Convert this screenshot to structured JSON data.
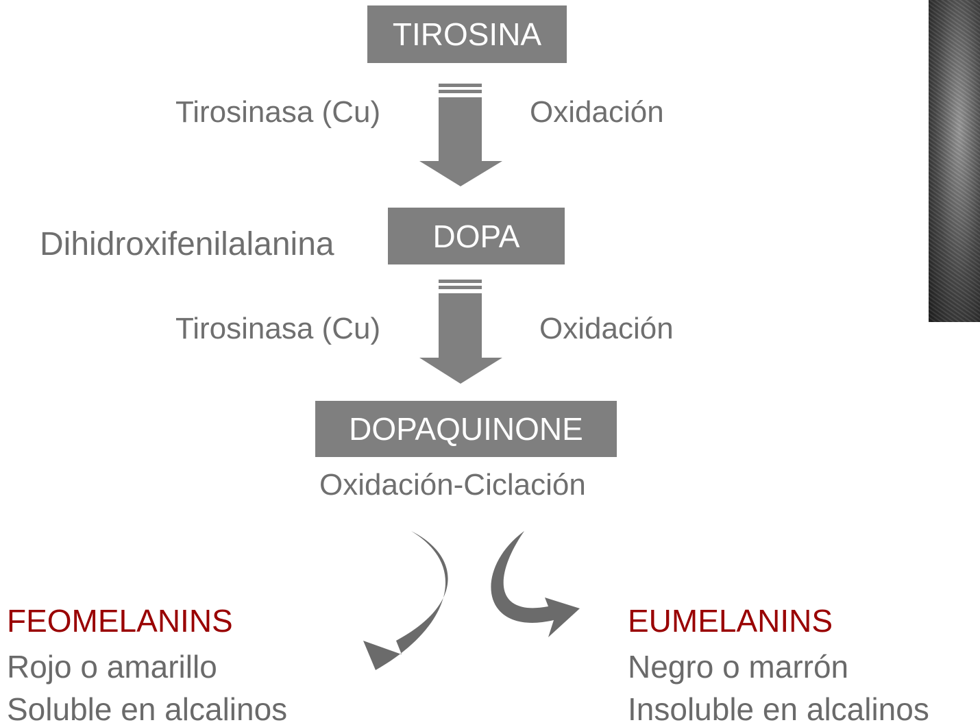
{
  "colors": {
    "box": "#7f7f7f",
    "box_text": "#ffffff",
    "label": "#6f6f6f",
    "accent_red": "#990000",
    "arrow": "#808080"
  },
  "nodes": {
    "tirosina": "TIROSINA",
    "dopa": "DOPA",
    "dopaquinone": "DOPAQUINONE"
  },
  "step1": {
    "enzyme": "Tirosinasa (Cu)",
    "process": "Oxidación"
  },
  "dopa_fullname": "Dihidroxifenilalanina",
  "step2": {
    "enzyme": "Tirosinasa (Cu)",
    "process": "Oxidación"
  },
  "step3": {
    "process": "Oxidación-Ciclación"
  },
  "feomelanins": {
    "title": "FEOMELANINS",
    "color": "Rojo o amarillo",
    "solubility": "Soluble en alcalinos"
  },
  "eumelanins": {
    "title": "EUMELANINS",
    "color": "Negro o marrón",
    "solubility": "Insoluble en alcalinos"
  }
}
